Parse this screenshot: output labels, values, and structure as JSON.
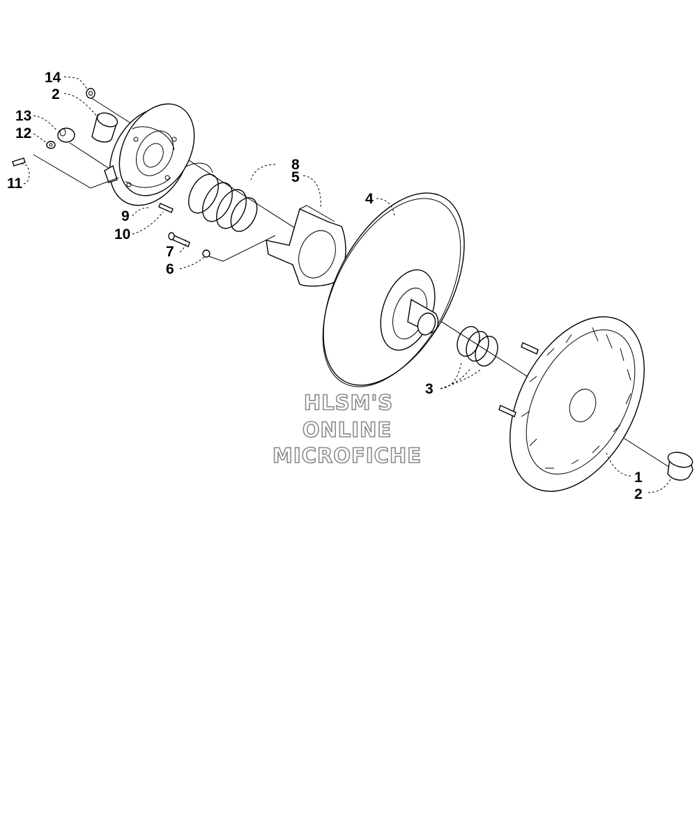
{
  "callouts": {
    "c14": "14",
    "c2a": "2",
    "c13": "13",
    "c12": "12",
    "c11": "11",
    "c9": "9",
    "c10": "10",
    "c8": "8",
    "c5": "5",
    "c4": "4",
    "c7": "7",
    "c6": "6",
    "c3": "3",
    "c1": "1",
    "c2b": "2"
  },
  "watermark": {
    "line1": "HLSM'S",
    "line2": "ONLINE",
    "line3": "MICROFICHE"
  }
}
